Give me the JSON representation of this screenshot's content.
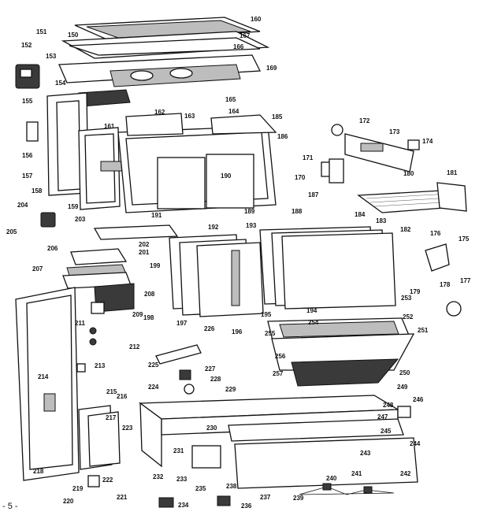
{
  "page_number": "- 5 -",
  "callouts": [
    "160",
    "167",
    "166",
    "151",
    "150",
    "152",
    "153",
    "169",
    "154",
    "155",
    "165",
    "164",
    "185",
    "162",
    "163",
    "161",
    "157",
    "156",
    "186",
    "172",
    "173",
    "174",
    "171",
    "170",
    "187",
    "158",
    "159",
    "190",
    "180",
    "181",
    "189",
    "188",
    "191",
    "204",
    "203",
    "192",
    "193",
    "184",
    "183",
    "182",
    "205",
    "202",
    "201",
    "206",
    "176",
    "175",
    "199",
    "207",
    "208",
    "177",
    "178",
    "179",
    "209",
    "198",
    "197",
    "196",
    "195",
    "194",
    "254",
    "253",
    "252",
    "211",
    "251",
    "226",
    "212",
    "255",
    "256",
    "225",
    "227",
    "213",
    "257",
    "250",
    "228",
    "214",
    "229",
    "249",
    "215",
    "216",
    "224",
    "248",
    "246",
    "217",
    "223",
    "244",
    "230",
    "247",
    "231",
    "245",
    "243",
    "218",
    "222",
    "232",
    "233",
    "235",
    "238",
    "237",
    "239",
    "240",
    "241",
    "242",
    "219",
    "221",
    "220",
    "234",
    "236"
  ]
}
